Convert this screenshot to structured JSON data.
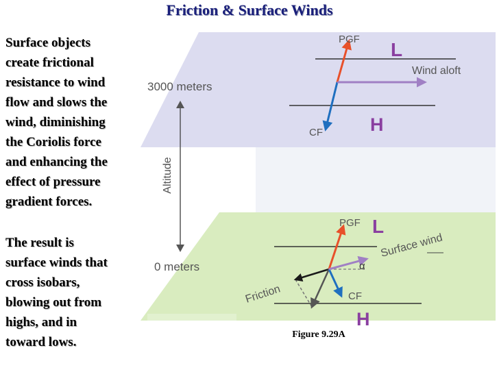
{
  "title": "Friction & Surface Winds",
  "paragraph1": [
    "Surface objects",
    "create frictional",
    "resistance to wind",
    "flow and slows the",
    "wind, diminishing",
    "the Coriolis force",
    "and enhancing the",
    "effect of pressure",
    "gradient forces."
  ],
  "paragraph2": [
    "The result is",
    "surface winds that",
    "cross isobars,",
    "blowing out from",
    "highs, and in",
    "toward lows."
  ],
  "caption": "Figure 9.29A",
  "diagram": {
    "altitude_label": "Altitude",
    "top_height": "3000 meters",
    "bottom_height": "0 meters",
    "upper": {
      "pgf": "PGF",
      "low": "L",
      "high": "H",
      "cf": "CF",
      "wind": "Wind aloft"
    },
    "lower": {
      "pgf": "PGF",
      "low": "L",
      "high": "H",
      "cf": "CF",
      "wind": "Surface wind",
      "friction": "Friction",
      "angle": "α"
    }
  },
  "colors": {
    "title": "#1a1f7a",
    "upper_plane": "#dcdcf0",
    "lower_plane": "#d9ecbf",
    "pgf_arrow": "#e8502a",
    "cf_arrow": "#1f6fbf",
    "wind_arrow": "#a080c4",
    "friction_arrow": "#1a1a1a",
    "pressure_letters": "#8a3fa0"
  }
}
